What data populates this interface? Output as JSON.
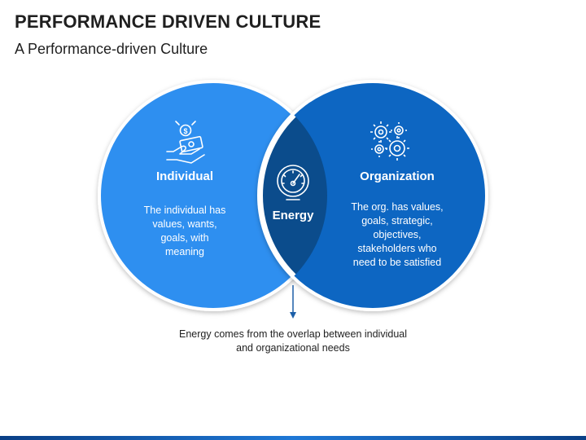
{
  "header": {
    "title": "PERFORMANCE DRIVEN CULTURE",
    "subtitle": "A Performance-driven Culture"
  },
  "diagram": {
    "left": {
      "heading": "Individual",
      "description": "The individual has values, wants, goals, with meaning",
      "icon": "money-hand-icon",
      "color": "#2f8ff0"
    },
    "center": {
      "heading": "Energy",
      "icon": "speedometer-icon",
      "color": "#0b4c8c"
    },
    "right": {
      "heading": "Organization",
      "description": "The org. has values, goals, strategic, objectives, stakeholders who need to be satisfied",
      "icon": "gears-icon",
      "color": "#0a66c2"
    },
    "note": "Energy comes from the overlap between individual and organizational needs"
  },
  "colors": {
    "accent_dark": "#0b4c8c",
    "left_circle": "#2f8ff0",
    "right_circle": "#0a66c2",
    "arrow": "#1c5fa8"
  }
}
